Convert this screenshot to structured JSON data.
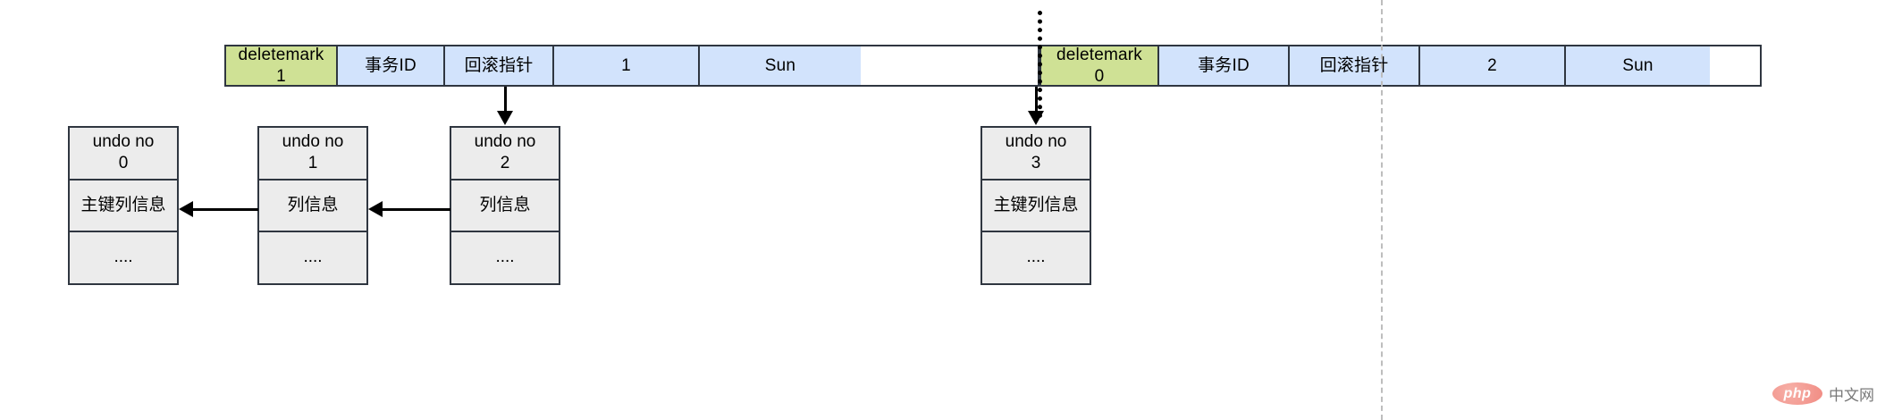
{
  "diagram": {
    "title": "MySQL InnoDB undo log version chain",
    "colors": {
      "cell_blue": "#d2e3fc",
      "cell_green": "#cfe195",
      "undo_gray": "#ececec",
      "border": "#2f3640",
      "arrow": "#000000",
      "dashed_divider": "#bdbdbd"
    }
  },
  "record_row_left": {
    "cells": [
      {
        "line1": "deletemark",
        "line2": "1",
        "color": "green"
      },
      {
        "line1": "事务ID",
        "line2": "",
        "color": "blue"
      },
      {
        "line1": "回滚指针",
        "line2": "",
        "color": "blue"
      },
      {
        "line1": "1",
        "line2": "",
        "color": "blue"
      },
      {
        "line1": "Sun",
        "line2": "",
        "color": "blue"
      }
    ]
  },
  "record_row_right": {
    "cells": [
      {
        "line1": "deletemark",
        "line2": "0",
        "color": "green"
      },
      {
        "line1": "事务ID",
        "line2": "",
        "color": "blue"
      },
      {
        "line1": "回滚指针",
        "line2": "",
        "color": "blue"
      },
      {
        "line1": "2",
        "line2": "",
        "color": "blue"
      },
      {
        "line1": "Sun",
        "line2": "",
        "color": "blue"
      }
    ]
  },
  "undo_boxes": [
    {
      "header_line1": "undo no",
      "header_line2": "0",
      "body": "主键列信息",
      "footer": "...."
    },
    {
      "header_line1": "undo no",
      "header_line2": "1",
      "body": "列信息",
      "footer": "...."
    },
    {
      "header_line1": "undo no",
      "header_line2": "2",
      "body": "列信息",
      "footer": "...."
    },
    {
      "header_line1": "undo no",
      "header_line2": "3",
      "body": "主键列信息",
      "footer": "...."
    }
  ],
  "watermark": {
    "badge": "php",
    "text": "中文网"
  }
}
